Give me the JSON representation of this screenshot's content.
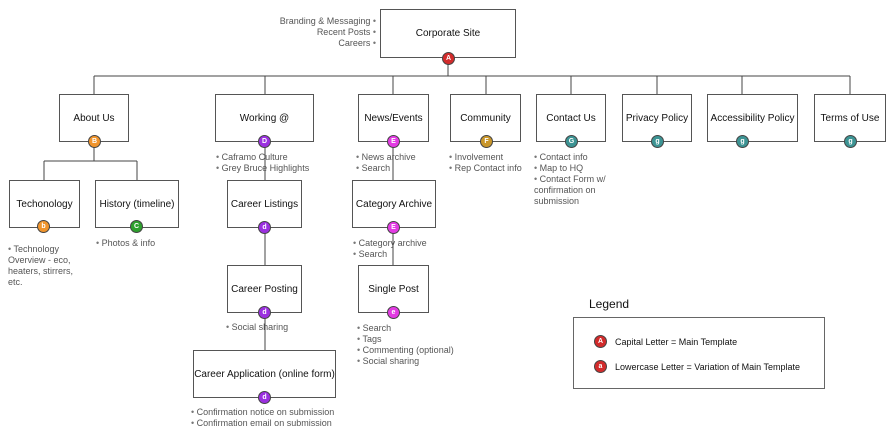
{
  "colors": {
    "red": "#d22b2b",
    "orange": "#f0942c",
    "green": "#2ea02e",
    "purple": "#9b30e0",
    "magenta": "#e33be3",
    "gold": "#c9962a",
    "teal": "#3d9494"
  },
  "nodes": {
    "corporate": {
      "label": "Corporate Site",
      "badge": "A"
    },
    "about": {
      "label": "About Us",
      "badge": "B"
    },
    "working": {
      "label": "Working @",
      "badge": "D"
    },
    "news": {
      "label": "News/Events",
      "badge": "E"
    },
    "community": {
      "label": "Community",
      "badge": "F"
    },
    "contact": {
      "label": "Contact Us",
      "badge": "G"
    },
    "privacy": {
      "label": "Privacy Policy",
      "badge": "g"
    },
    "accessibility": {
      "label": "Accessibility Policy",
      "badge": "g"
    },
    "terms": {
      "label": "Terms of Use",
      "badge": "g"
    },
    "technology": {
      "label": "Techonology",
      "badge": "b"
    },
    "history": {
      "label": "History (timeline)",
      "badge": "C"
    },
    "listings": {
      "label": "Career Listings",
      "badge": "d"
    },
    "posting": {
      "label": "Career Posting",
      "badge": "d"
    },
    "application": {
      "label": "Career Application (online form)",
      "badge": "d"
    },
    "category": {
      "label": "Category Archive",
      "badge": "E"
    },
    "single": {
      "label": "Single Post",
      "badge": "e"
    }
  },
  "notes": {
    "corporate": [
      "Branding & Messaging",
      "Recent Posts",
      "Careers"
    ],
    "working": [
      "Caframo Culture",
      "Grey Bruce Highlights"
    ],
    "news": [
      "News archive",
      "Search"
    ],
    "community": [
      "Involvement",
      "Rep Contact info"
    ],
    "contact": [
      "Contact info",
      "Map to HQ",
      "Contact Form w/ confirmation on submission"
    ],
    "technology": [
      "Technology Overview - eco, heaters, stirrers, etc."
    ],
    "history": [
      "Photos & info"
    ],
    "category": [
      "Category archive",
      "Search"
    ],
    "posting": [
      "Social sharing"
    ],
    "single": [
      "Search",
      "Tags",
      "Commenting (optional)",
      "Social sharing"
    ],
    "application": [
      "Confirmation notice on submission",
      "Confirmation email on submission"
    ]
  },
  "legend": {
    "title": "Legend",
    "capital": {
      "badge": "A",
      "text": "Capital Letter = Main Template"
    },
    "lower": {
      "badge": "a",
      "text": "Lowercase Letter = Variation of Main Template"
    }
  }
}
